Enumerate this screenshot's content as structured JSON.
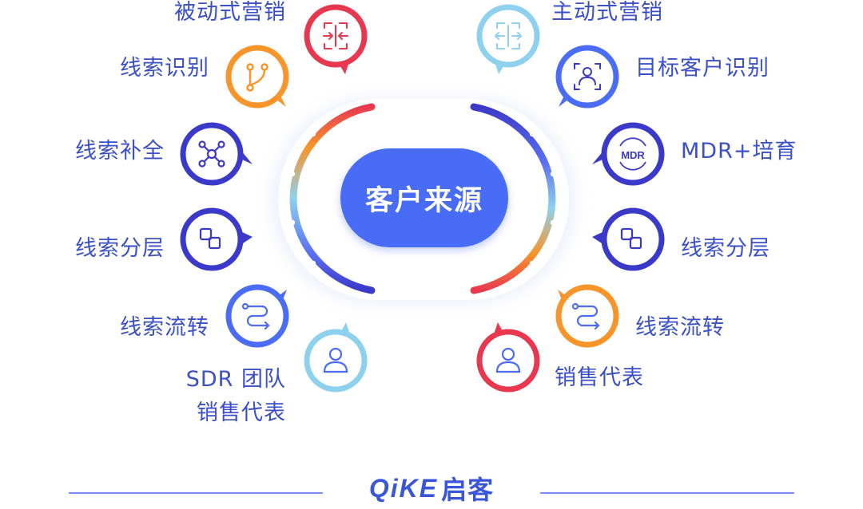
{
  "center": {
    "title": "客户来源"
  },
  "left_items": [
    {
      "label": "被动式营销",
      "icon": "converge-arrows-icon"
    },
    {
      "label": "线索识别",
      "icon": "branch-icon"
    },
    {
      "label": "线索补全",
      "icon": "network-nodes-icon"
    },
    {
      "label": "线索分层",
      "icon": "layers-icon"
    },
    {
      "label": "线索流转",
      "icon": "flow-icon"
    },
    {
      "label": "SDR 团队",
      "label2": "销售代表",
      "icon": "user-icon"
    }
  ],
  "right_items": [
    {
      "label": "主动式营销",
      "icon": "diverge-arrows-icon"
    },
    {
      "label": "目标客户识别",
      "icon": "target-user-scan-icon"
    },
    {
      "label": "MDR+培育",
      "icon": "mdr-icon",
      "icon_text": "MDR"
    },
    {
      "label": "线索分层",
      "icon": "layers-icon"
    },
    {
      "label": "线索流转",
      "icon": "flow-icon"
    },
    {
      "label": "销售代表",
      "icon": "user-icon"
    }
  ],
  "brand": {
    "latin": "QiKE",
    "cjk": "启客"
  },
  "colors": {
    "red": "#e8384f",
    "orange": "#f7952a",
    "indigo": "#3b39c9",
    "light_blue": "#8ed1ef",
    "label": "#3a4fc8",
    "center_fill": "#4a6cf7"
  }
}
